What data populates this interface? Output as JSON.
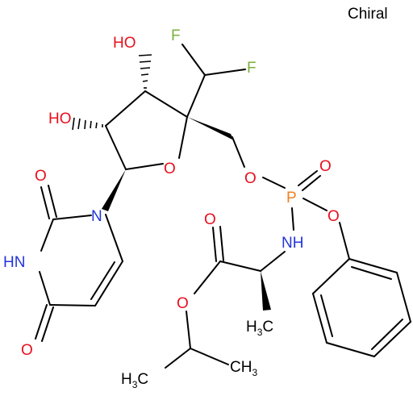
{
  "chiral_label": "Chiral",
  "colors": {
    "oxygen": "#e8101e",
    "nitrogen": "#2335d9",
    "fluorine": "#7ab03c",
    "phosphorus": "#f08020",
    "carbon": "#000000"
  },
  "atoms": {
    "ho_top": "HO",
    "ho_left": "HO",
    "f_top": "F",
    "f_right": "F",
    "o_ring": "O",
    "o_ch2": "O",
    "p": "P",
    "o_double_p": "O",
    "o_phenoxy": "O",
    "nh": "NH",
    "o_carbonyl_ester": "O",
    "o_ester": "O",
    "h3c_ala": "H",
    "h3c_ala_sub": "3",
    "h3c_ala_c": "C",
    "n_ring": "N",
    "o_c2": "O",
    "hn_ring": "HN",
    "o_c4": "O",
    "h3c_ipr": "H",
    "h3c_ipr_sub": "3",
    "h3c_ipr_c": "C",
    "ch3_ipr_c": "CH",
    "ch3_ipr_sub": "3"
  }
}
